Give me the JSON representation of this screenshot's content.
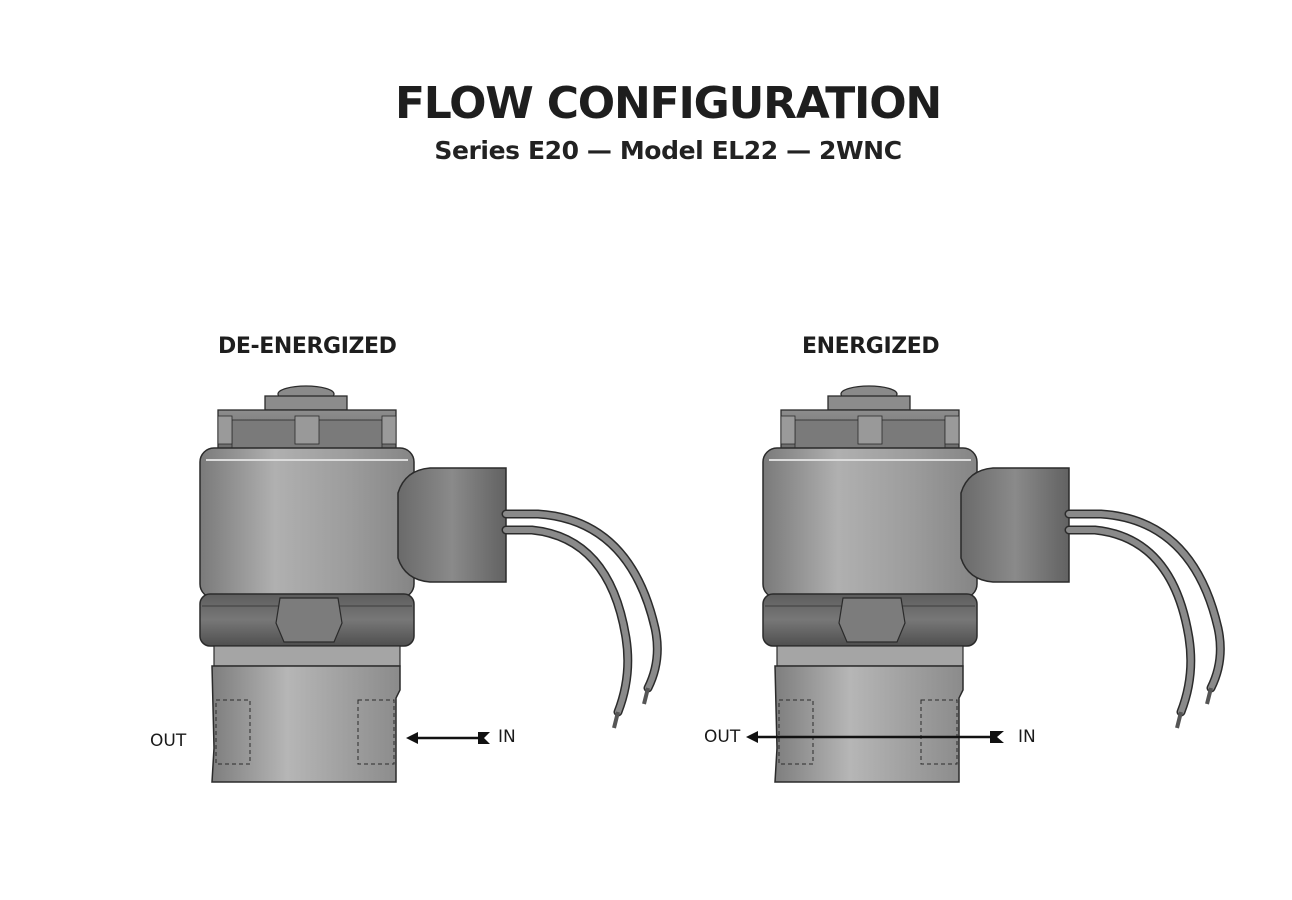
{
  "header": {
    "title": "FLOW CONFIGURATION",
    "subtitle": "Series E20 — Model EL22 — 2WNC"
  },
  "panels": [
    {
      "label": "DE-ENERGIZED",
      "out_label": "OUT",
      "in_label": "IN",
      "flow_through": false
    },
    {
      "label": "ENERGIZED",
      "out_label": "OUT",
      "in_label": "IN",
      "flow_through": true
    }
  ],
  "colors": {
    "body_gray": "#9a9a9a",
    "dark_gray": "#6b6b6b",
    "outline": "#2b2b2b",
    "arrow": "#111111"
  }
}
